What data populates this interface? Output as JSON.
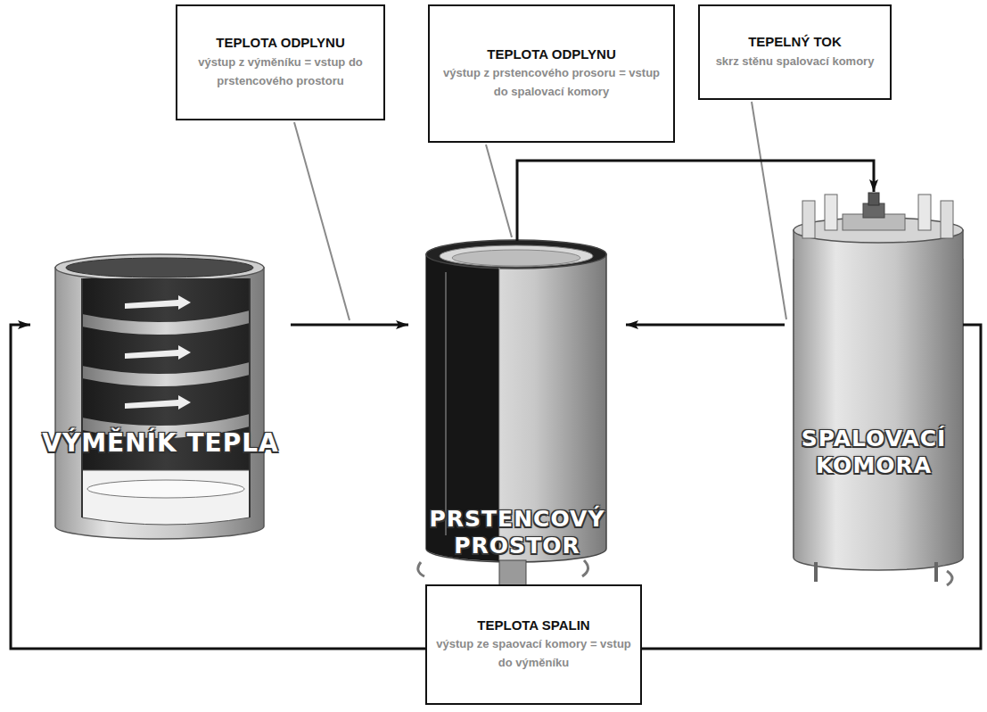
{
  "diagram": {
    "nodes": [
      {
        "text": [
          "TEPLOTA ODPLYNU",
          "výstup z výměníku = vstup do prstencového prostoru"
        ]
      },
      {
        "text": [
          "TEPLOTA ODPLYNU",
          "výstup z prstencového prosoru = vstup do spalovací komory"
        ]
      },
      {
        "text": [
          "TEPELNÝ TOK",
          "skrz stěnu spalovací komory"
        ]
      },
      {
        "text": [
          "VÝMĚNÍK TEPLA"
        ]
      },
      {
        "text": [
          "PRSTENCOVÝ PROSTOR"
        ]
      },
      {
        "text": [
          "SPALOVACÍ KOMORA"
        ]
      },
      {
        "text": [
          "TEPLOTA SPALIN",
          "výstup ze spaovací komory = vstup do výměníku"
        ]
      }
    ],
    "edges": [
      {
        "from": 3,
        "to": 4,
        "arrow": "to"
      },
      {
        "from": 4,
        "to": 5,
        "arrow": "to"
      },
      {
        "from": 5,
        "to": 4,
        "arrow": "to"
      },
      {
        "from": 5,
        "to": 3,
        "arrow": "to"
      }
    ]
  }
}
